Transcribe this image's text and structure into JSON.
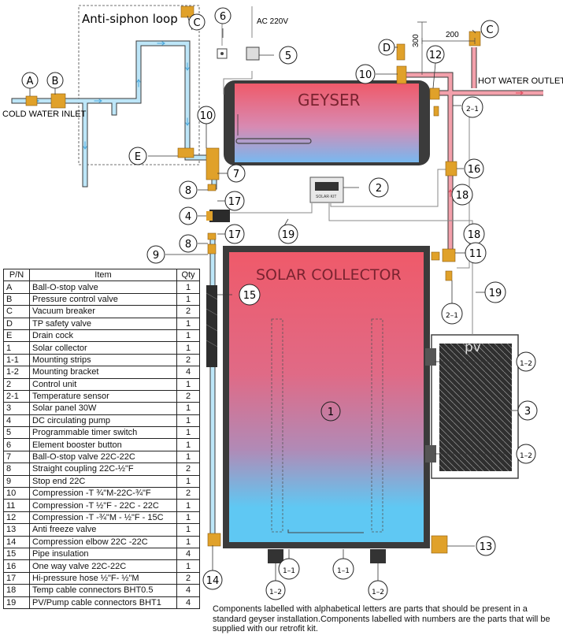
{
  "labels": {
    "anti_siphon": "Anti-siphon loop",
    "cold_inlet": "COLD WATER INLET",
    "ac_supply": "AC 220V",
    "hot_outlet": "HOT WATER OUTLET",
    "geyser": "GEYSER",
    "collector": "SOLAR COLLECTOR",
    "pv": "pv",
    "dim_300": "300",
    "dim_200": "200",
    "control_screen": "SOLAR·KIT"
  },
  "callouts": [
    {
      "id": "A",
      "text": "A"
    },
    {
      "id": "B",
      "text": "B"
    },
    {
      "id": "C1",
      "text": "C"
    },
    {
      "id": "C2",
      "text": "C"
    },
    {
      "id": "D",
      "text": "D"
    },
    {
      "id": "E",
      "text": "E"
    },
    {
      "id": "n6",
      "text": "6"
    },
    {
      "id": "n5",
      "text": "5"
    },
    {
      "id": "n10a",
      "text": "10"
    },
    {
      "id": "n10b",
      "text": "10"
    },
    {
      "id": "n12",
      "text": "12"
    },
    {
      "id": "n2_1a",
      "text": "2–1"
    },
    {
      "id": "n16",
      "text": "16"
    },
    {
      "id": "n7",
      "text": "7"
    },
    {
      "id": "n2",
      "text": "2"
    },
    {
      "id": "n18a",
      "text": "18"
    },
    {
      "id": "n8a",
      "text": "8"
    },
    {
      "id": "n17a",
      "text": "17"
    },
    {
      "id": "n4",
      "text": "4"
    },
    {
      "id": "n8b",
      "text": "8"
    },
    {
      "id": "n17b",
      "text": "17"
    },
    {
      "id": "n19a",
      "text": "19"
    },
    {
      "id": "n18b",
      "text": "18"
    },
    {
      "id": "n9",
      "text": "9"
    },
    {
      "id": "n11",
      "text": "11"
    },
    {
      "id": "n15",
      "text": "15"
    },
    {
      "id": "n2_1b",
      "text": "2–1"
    },
    {
      "id": "n19b",
      "text": "19"
    },
    {
      "id": "n1",
      "text": "1"
    },
    {
      "id": "n1_2a",
      "text": "1–2"
    },
    {
      "id": "n3",
      "text": "3"
    },
    {
      "id": "n1_2b",
      "text": "1–2"
    },
    {
      "id": "n13",
      "text": "13"
    },
    {
      "id": "n14",
      "text": "14"
    },
    {
      "id": "n1_1a",
      "text": "1–1"
    },
    {
      "id": "n1_1b",
      "text": "1–1"
    },
    {
      "id": "n1_2c",
      "text": "1–2"
    },
    {
      "id": "n1_2d",
      "text": "1–2"
    }
  ],
  "table": {
    "headers": [
      "P/N",
      "Item",
      "Qty"
    ],
    "rows": [
      [
        "A",
        "Ball-O-stop valve",
        "1"
      ],
      [
        "B",
        "Pressure control valve",
        "1"
      ],
      [
        "C",
        "Vacuum breaker",
        "2"
      ],
      [
        "D",
        "TP safety valve",
        "1"
      ],
      [
        "E",
        "Drain cock",
        "1"
      ],
      [
        "1",
        "Solar collector",
        "1"
      ],
      [
        "1-1",
        "Mounting strips",
        "2"
      ],
      [
        "1-2",
        "Mounting bracket",
        "4"
      ],
      [
        "2",
        "Control unit",
        "1"
      ],
      [
        "2-1",
        "Temperature sensor",
        "2"
      ],
      [
        "3",
        "Solar panel 30W",
        "1"
      ],
      [
        "4",
        "DC circulating  pump",
        "1"
      ],
      [
        "5",
        "Programmable timer switch",
        "1"
      ],
      [
        "6",
        "Element booster button",
        "1"
      ],
      [
        "7",
        "Ball-O-stop valve 22C-22C",
        "1"
      ],
      [
        "8",
        "Straight coupling 22C-½\"F",
        "2"
      ],
      [
        "9",
        "Stop end 22C",
        "1"
      ],
      [
        "10",
        "Compression -T ¾\"M-22C-¾\"F",
        "2"
      ],
      [
        "11",
        "Compression -T ½\"F - 22C - 22C",
        "1"
      ],
      [
        "12",
        "Compression -T -¾\"M - ½\"F - 15C",
        "1"
      ],
      [
        "13",
        "Anti freeze valve",
        "1"
      ],
      [
        "14",
        "Compression elbow 22C -22C",
        "1"
      ],
      [
        "15",
        "Pipe insulation",
        "4"
      ],
      [
        "16",
        "One way valve 22C-22C",
        "1"
      ],
      [
        "17",
        "Hi-pressure hose ½\"F- ½\"M",
        "2"
      ],
      [
        "18",
        "Temp cable  connectors BHT0.5",
        "4"
      ],
      [
        "19",
        "PV/Pump cable  connectors BHT1",
        "4"
      ]
    ]
  },
  "footnote": "Components labelled with alphabetical letters are parts that should be present in a standard geyser installation.Components labelled with numbers are the parts that will be supplied with our retrofit kit.",
  "colors": {
    "hot": "#ef5a6a",
    "cold": "#5fc8f3",
    "pipe_cold": "#bde6f8",
    "pipe_hot": "#f3a0ab",
    "brass": "#e0a12a",
    "dark": "#3b3b3b"
  }
}
